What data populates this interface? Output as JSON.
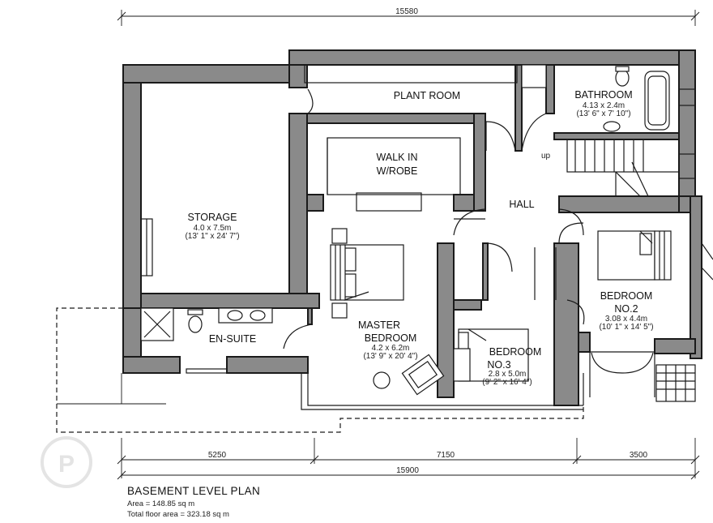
{
  "dimensions": {
    "overall_top": "15580",
    "seg1": "5250",
    "seg2": "7150",
    "seg3": "3500",
    "overall_bottom": "15900"
  },
  "rooms": {
    "plant_room": {
      "name": "PLANT ROOM"
    },
    "bathroom": {
      "name": "BATHROOM",
      "metric": "4.13 x 2.4m",
      "imperial": "(13' 6\" x 7' 10\")"
    },
    "walk_in_robe": {
      "line1": "WALK IN",
      "line2": "W/ROBE"
    },
    "hall": {
      "name": "HALL",
      "up": "up"
    },
    "storage": {
      "name": "STORAGE",
      "metric": "4.0 x 7.5m",
      "imperial": "(13' 1\" x 24' 7\")"
    },
    "en_suite": {
      "name": "EN-SUITE"
    },
    "master_bedroom": {
      "line1": "MASTER",
      "line2": "BEDROOM",
      "metric": "4.2 x 6.2m",
      "imperial": "(13' 9\" x 20' 4\")"
    },
    "bedroom_3": {
      "line1": "BEDROOM",
      "line2": "NO.3",
      "metric": "2.8 x 5.0m",
      "imperial": "(9' 2\" x 16' 4\")"
    },
    "bedroom_2": {
      "line1": "BEDROOM",
      "line2": "NO.2",
      "metric": "3.08 x 4.4m",
      "imperial": "(10' 1\" x 14' 5\")"
    }
  },
  "plan": {
    "title": "BASEMENT LEVEL PLAN",
    "area": "Area = 148.85 sq m",
    "total": "Total floor area = 323.18 sq m"
  },
  "watermark": "P"
}
